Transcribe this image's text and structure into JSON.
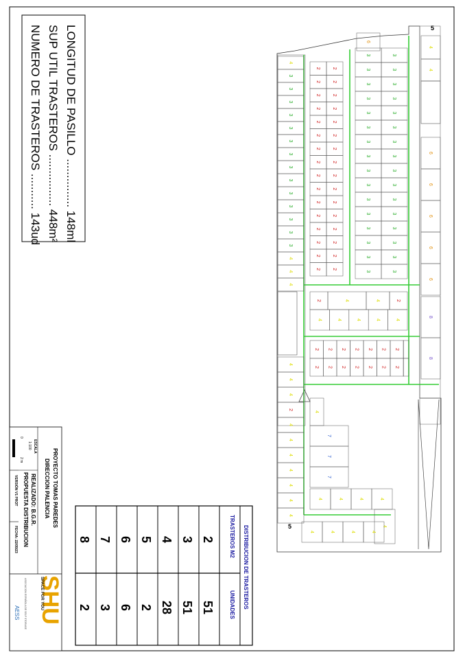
{
  "summary": {
    "line1": "LONGITUD DE PASILLO ............... 148ml",
    "line2": "SUP UTIL TRASTEROS ................ 448m²",
    "line3": "NUMERO DE TRASTEROS ........... 143ud"
  },
  "distribution": {
    "title": "DISTRIBUCION DE TRASTEROS",
    "col1_header": "TRASTEROS M2",
    "col2_header": "UNIDADES",
    "rows": [
      {
        "m2": "2",
        "units": "51"
      },
      {
        "m2": "3",
        "units": "51"
      },
      {
        "m2": "4",
        "units": "28"
      },
      {
        "m2": "5",
        "units": "2"
      },
      {
        "m2": "6",
        "units": "6"
      },
      {
        "m2": "7",
        "units": "3"
      },
      {
        "m2": "8",
        "units": "2"
      }
    ]
  },
  "title_block": {
    "project": "PROYECTO TOMAS PAREDES",
    "address": "DIRECCION PALENCIA",
    "author": "REALIZADO: B.G.R.",
    "plan": "PROPUESTA DISTRIBUCION",
    "version": "VERSIÓN V1 PROT",
    "date": "FECHA: 22/05/23",
    "scale_label": "ESCALA",
    "scale_value": "1:100",
    "scale_bar_start": "0",
    "scale_bar_end": "2 m",
    "logo_text": "SHU",
    "logo_tagline": "SPACE FOR YOU",
    "association_text": "ASOCIACION ESPAÑOLA DE SELF STORAGE",
    "association_logo": "AESS"
  },
  "plan": {
    "corner_label_top": "5",
    "corner_label_bottom": "5",
    "colors": {
      "size2": "#cc1111",
      "size3": "#22aa22",
      "size4": "#dddd00",
      "size6": "#e08a00",
      "size7": "#2255cc",
      "size8": "#7755cc",
      "corridor": "#33cc33"
    },
    "col_red": [
      "2",
      "2",
      "2",
      "2",
      "2",
      "2",
      "2",
      "2",
      "2",
      "2",
      "2",
      "2",
      "2",
      "2",
      "2",
      "2"
    ],
    "col_red2": [
      "2",
      "2",
      "2",
      "2",
      "2",
      "2",
      "2",
      "2",
      "2",
      "2",
      "2",
      "2",
      "2",
      "2",
      "2",
      "2"
    ],
    "col_green_left": [
      "3",
      "3",
      "3",
      "3",
      "3",
      "3",
      "3",
      "3",
      "3",
      "3",
      "3",
      "3",
      "3",
      "3",
      "3"
    ],
    "col_green_mid": [
      "3",
      "3",
      "3",
      "3",
      "3",
      "3",
      "3",
      "3",
      "3",
      "3",
      "3",
      "3",
      "3",
      "3",
      "3",
      "3"
    ],
    "col_green_right": [
      "3",
      "3",
      "3",
      "3",
      "3",
      "3",
      "3",
      "3",
      "3",
      "3",
      "3",
      "3",
      "3",
      "3",
      "3",
      "3"
    ],
    "col_orange": [
      "6",
      "6",
      "6",
      "6",
      "6",
      "6"
    ],
    "col_purple": [
      "8",
      "8"
    ],
    "col_blue": [
      "7",
      "7",
      "7"
    ],
    "island_red_top": [
      "2",
      "2",
      "2",
      "2",
      "2",
      "2",
      "2"
    ],
    "island_red_bottom": [
      "2",
      "2",
      "2",
      "2",
      "2",
      "2",
      "2"
    ],
    "mid_red": [
      "2",
      "2"
    ],
    "left_red": [
      "2"
    ],
    "marker_size4": "4"
  }
}
